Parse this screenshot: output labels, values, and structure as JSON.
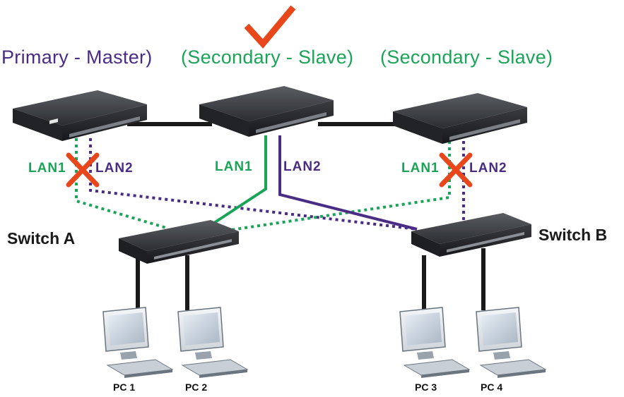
{
  "roles": [
    {
      "text": "Primary - Master)",
      "color": "#4a2c85"
    },
    {
      "text": "(Secondary - Slave)",
      "color": "#1aa457"
    },
    {
      "text": "(Secondary - Slave)",
      "color": "#1aa457"
    }
  ],
  "lan_labels": {
    "lan1": "LAN1",
    "lan2": "LAN2"
  },
  "switches": {
    "a": "Switch A",
    "b": "Switch B"
  },
  "pcs": [
    "PC 1",
    "PC 2",
    "PC 3",
    "PC 4"
  ],
  "colors": {
    "lan1": "#1aa457",
    "lan2": "#4a2c85",
    "check": "#e8471c",
    "cross": "#e8471c",
    "trunk": "#1a1a1a"
  },
  "icons": [
    "check-icon",
    "router-icon",
    "switch-icon",
    "pc-icon",
    "cross-icon"
  ]
}
